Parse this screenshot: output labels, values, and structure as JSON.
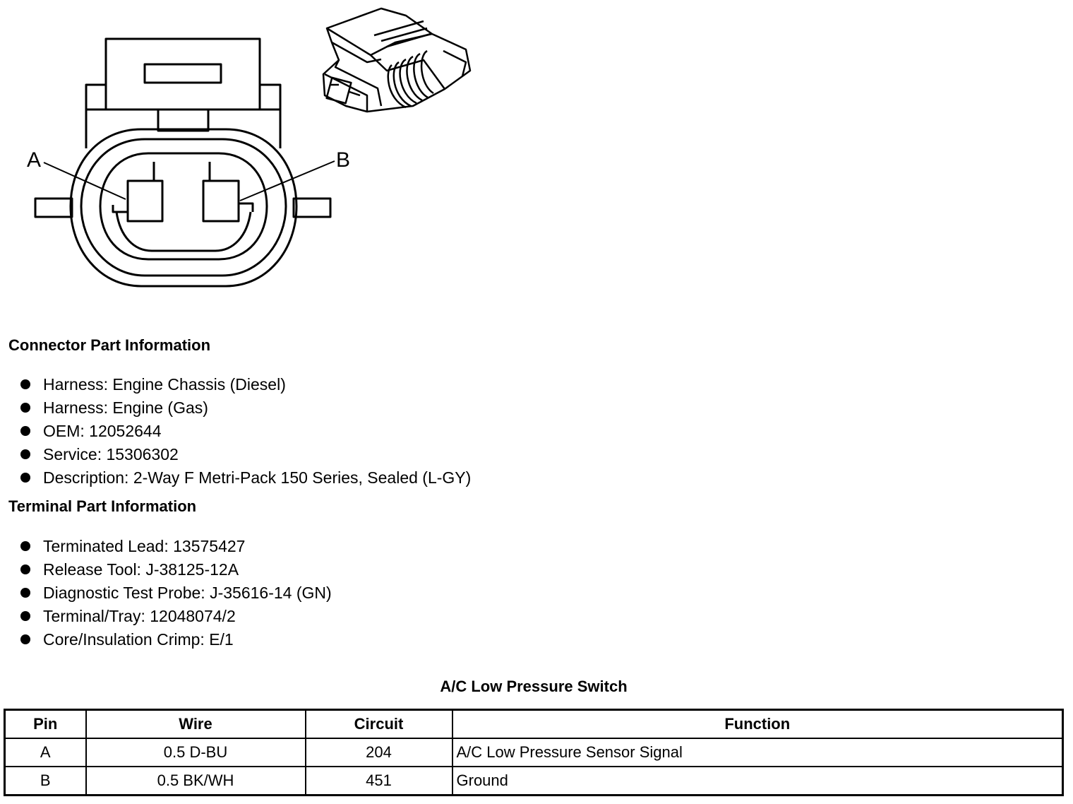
{
  "figure": {
    "callouts": {
      "a": "A",
      "b": "B"
    }
  },
  "connector_info": {
    "title": "Connector Part Information",
    "items": [
      "Harness: Engine Chassis (Diesel)",
      "Harness: Engine (Gas)",
      "OEM: 12052644",
      "Service: 15306302",
      "Description: 2-Way F Metri-Pack 150 Series, Sealed (L-GY)"
    ]
  },
  "terminal_info": {
    "title": "Terminal Part Information",
    "items": [
      "Terminated Lead: 13575427",
      "Release Tool: J-38125-12A",
      "Diagnostic Test Probe: J-35616-14 (GN)",
      "Terminal/Tray: 12048074/2",
      "Core/Insulation Crimp: E/1"
    ]
  },
  "table": {
    "caption": "A/C Low Pressure Switch",
    "headers": [
      "Pin",
      "Wire",
      "Circuit",
      "Function"
    ],
    "rows": [
      [
        "A",
        "0.5 D-BU",
        "204",
        "A/C Low Pressure Sensor Signal"
      ],
      [
        "B",
        "0.5 BK/WH",
        "451",
        "Ground"
      ]
    ]
  }
}
